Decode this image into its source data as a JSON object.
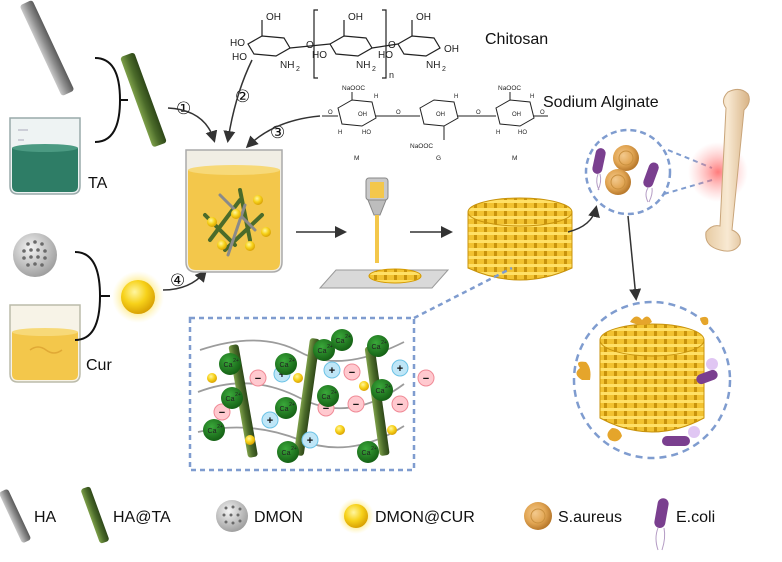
{
  "labels": {
    "chitosan": "Chitosan",
    "sodium_alginate": "Sodium Alginate",
    "ta": "TA",
    "cur": "Cur",
    "step1": "①",
    "step2": "②",
    "step3": "③",
    "step4": "④"
  },
  "chitosan_groups": {
    "oh": "OH",
    "ho": "HO",
    "nh2": "NH",
    "sub2": "2",
    "o": "O",
    "n": "n"
  },
  "alginate_groups": {
    "naooc": "NaOOC",
    "oh": "OH",
    "ho": "HO",
    "h": "H",
    "o": "O",
    "m": "M",
    "g": "G"
  },
  "ions": {
    "ca": "Ca",
    "sup": "2+",
    "plus": "+",
    "minus": "−"
  },
  "legend": [
    {
      "label": "HA",
      "icon": "ha-rod-icon"
    },
    {
      "label": "HA@TA",
      "icon": "ha-ta-rod-icon"
    },
    {
      "label": "DMON",
      "icon": "dmon-sphere-icon"
    },
    {
      "label": "DMON@CUR",
      "icon": "dmon-cur-sphere-icon"
    },
    {
      "label": "S.aureus",
      "icon": "s-aureus-icon"
    },
    {
      "label": "E.coli",
      "icon": "e-coli-icon"
    }
  ],
  "colors": {
    "ta_liquid": "#2e7d66",
    "cur_liquid": "#f3c74b",
    "scaffold": "#f2c230",
    "rod_green": "#4b6b2a",
    "ca_green": "#1f7a1f",
    "dash_blue": "#7f9ccf",
    "bacteria_purple": "#7a3f8f"
  }
}
